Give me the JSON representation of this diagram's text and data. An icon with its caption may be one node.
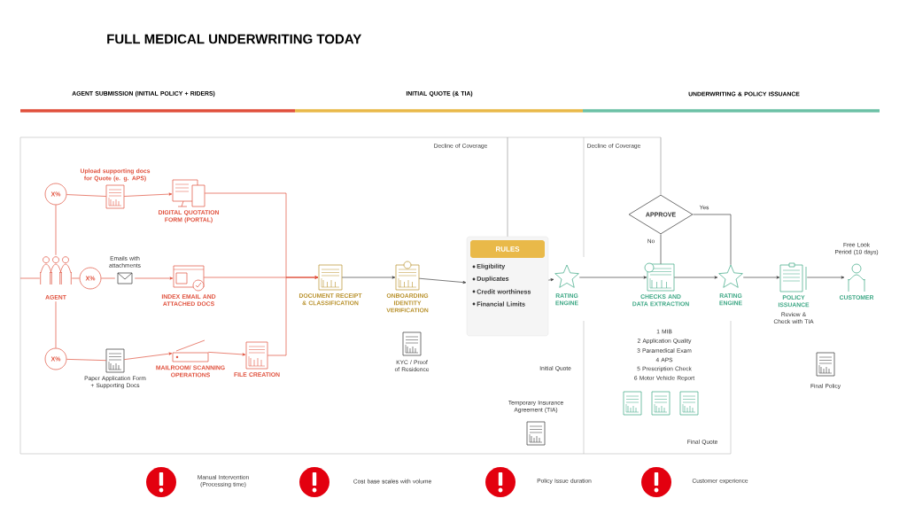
{
  "diagram": {
    "title": "FULL MEDICAL UNDERWRITING TODAY",
    "nodes": [
      {
        "text": [
          "AGENT"
        ]
      },
      {
        "text": [
          "X%"
        ]
      },
      {
        "text": [
          "Upload supporting docs for Quote (e. g. APS)"
        ]
      },
      {
        "text": [
          "DIGITAL QUOTATION FORM (PORTAL)"
        ]
      },
      {
        "text": [
          "X%"
        ]
      },
      {
        "text": [
          "Emails with attachments"
        ]
      },
      {
        "text": [
          "INDEX EMAIL AND ATTACHED DOCS"
        ]
      },
      {
        "text": [
          "X%"
        ]
      },
      {
        "text": [
          "Paper Application Form + Supporting Docs"
        ]
      },
      {
        "text": [
          "MAILROOM/ SCANNING OPERATIONS"
        ]
      },
      {
        "text": [
          "FILE CREATION"
        ]
      },
      {
        "text": [
          "DOCUMENT RECEIPT & CLASSIFICATION"
        ]
      },
      {
        "text": [
          "ONBOARDING IDENTITY VERIFICATION"
        ]
      },
      {
        "text": [
          "RULES",
          "Eligibility",
          "Duplicates",
          "Credit worthiness",
          "Financial Limits"
        ]
      },
      {
        "text": [
          "RATING ENGINE"
        ]
      },
      {
        "text": [
          "CHECKS AND DATA EXTRACTION"
        ]
      },
      {
        "text": [
          "APPROVE"
        ]
      },
      {
        "text": [
          "RATING ENGINE"
        ]
      },
      {
        "text": [
          "POLICY ISSUANCE"
        ],
        "beside": [
          "Review & Check with TIA"
        ]
      },
      {
        "text": [
          "CUSTOMER"
        ],
        "beside": [
          "Free Look Period (10 days)"
        ]
      }
    ],
    "edges": [
      {
        "from": null,
        "to": 0,
        "arrow": "none"
      },
      {
        "from": 0,
        "to": 1,
        "arrow": "none"
      },
      {
        "from": 1,
        "to": 2,
        "arrow": "none"
      },
      {
        "from": 2,
        "to": 3,
        "arrow": "to"
      },
      {
        "from": 0,
        "to": 4,
        "arrow": "none"
      },
      {
        "from": 4,
        "to": 5,
        "arrow": "none"
      },
      {
        "from": 5,
        "to": 6,
        "arrow": "to"
      },
      {
        "from": 0,
        "to": 7,
        "arrow": "none"
      },
      {
        "from": 7,
        "to": 8,
        "arrow": "none"
      },
      {
        "from": 8,
        "to": 9,
        "arrow": "to"
      },
      {
        "from": 9,
        "to": 10,
        "arrow": "to"
      },
      {
        "from": 3,
        "to": 11,
        "arrow": "to"
      },
      {
        "from": 6,
        "to": 11,
        "arrow": "to"
      },
      {
        "from": 10,
        "to": 11,
        "arrow": "to"
      },
      {
        "from": 11,
        "to": 12,
        "arrow": "to",
        "color": "#444444"
      },
      {
        "from": 12,
        "to": 13,
        "arrow": "to",
        "color": "#444444"
      },
      {
        "from": 13,
        "to": 14,
        "arrow": "to",
        "color": "#444444"
      },
      {
        "from": 14,
        "to": 15,
        "arrow": "to",
        "color": "#444444"
      },
      {
        "from": 15,
        "to": 17,
        "arrow": "to",
        "color": "#444444"
      },
      {
        "from": 17,
        "to": 18,
        "arrow": "to",
        "color": "#444444"
      },
      {
        "from": 18,
        "to": 19,
        "arrow": "to",
        "color": "#444444"
      },
      {
        "from": 16,
        "to": 17,
        "arrow": "none",
        "label": "Yes",
        "color": "#444444"
      },
      {
        "from": 16,
        "to": 15,
        "arrow": "none",
        "label": "No",
        "color": "#444444"
      },
      {
        "from": 13,
        "to": null,
        "arrow": "none",
        "color": "#999999"
      },
      {
        "from": 16,
        "to": null,
        "arrow": "none",
        "color": "#999999"
      }
    ],
    "labels": [
      "AGENT SUBMISSION (INITIAL POLICY + RIDERS)",
      "INITIAL QUOTE (& TIA)",
      "UNDERWRITING & POLICY ISSUANCE",
      "Decline of Coverage",
      "Decline of Coverage",
      "KYC / Proof of Residence",
      "Initial Quote",
      "1 MIB",
      "2 Application Quality",
      "3 Paramedical Exam",
      "4 APS",
      "5 Prescription Check",
      "6 Motor Vehicle Report",
      "Temporary Insurance Agreement (TIA)",
      "Final Policy",
      "Final Quote",
      "Manual Intervention (Processing time)",
      "Cost base scales with volume",
      "Policy Issue duration",
      "Customer experience"
    ]
  }
}
